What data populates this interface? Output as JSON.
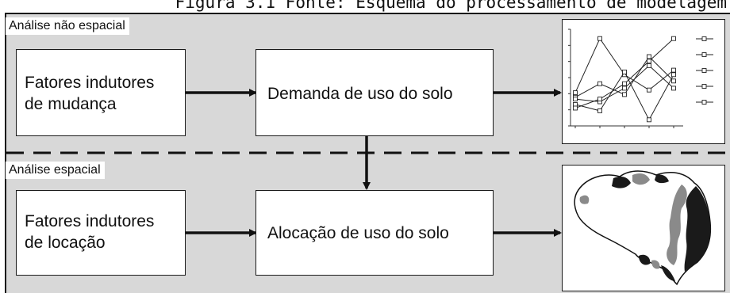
{
  "figure": {
    "caption": "Figura 3.1 Fonte: Esquema do processamento de modelagem",
    "nonspatial": {
      "section_label": "Análise não espacial",
      "driver_line1": "Fatores indutores",
      "driver_line2": "de mudança",
      "process_label": "Demanda de uso do solo"
    },
    "spatial": {
      "section_label": "Análise espacial",
      "driver_line1": "Fatores indutores",
      "driver_line2": "de locação",
      "process_label": "Alocação de uso do solo"
    }
  },
  "chart_data": {
    "type": "line",
    "title": "",
    "xlabel": "",
    "ylabel": "",
    "x": [
      1,
      2,
      3,
      4,
      5
    ],
    "series": [
      {
        "values": [
          0.35,
          0.95,
          0.55,
          0.38,
          0.6
        ]
      },
      {
        "values": [
          0.3,
          0.45,
          0.33,
          0.75,
          0.48
        ]
      },
      {
        "values": [
          0.28,
          0.25,
          0.4,
          0.65,
          0.4
        ]
      },
      {
        "values": [
          0.22,
          0.15,
          0.58,
          0.05,
          0.55
        ]
      },
      {
        "values": [
          0.18,
          0.28,
          0.45,
          0.7,
          0.95
        ]
      }
    ]
  }
}
